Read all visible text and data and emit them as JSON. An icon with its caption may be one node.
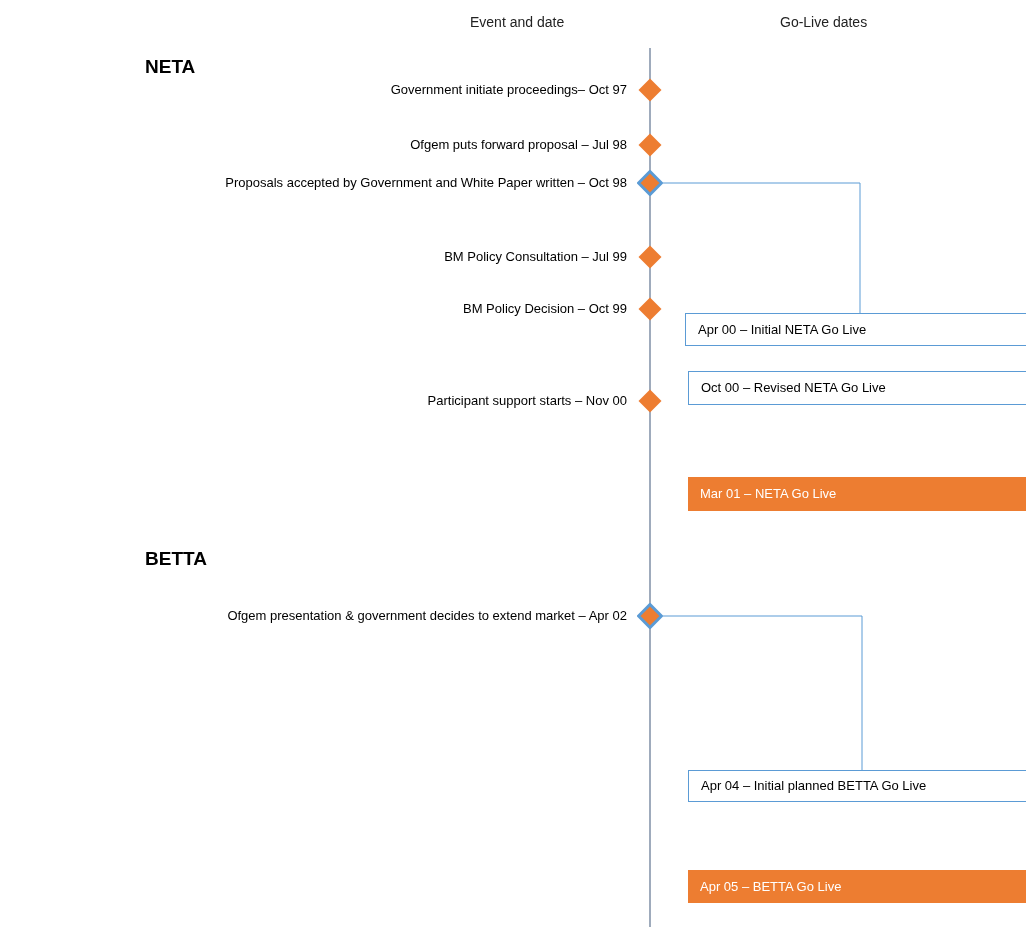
{
  "diagram": {
    "nodes": [
      {
        "text": [],
        "shape": "diamond",
        "beside": [
          "Government initiate proceedings– Oct 97"
        ]
      },
      {
        "text": [],
        "shape": "diamond",
        "beside": [
          "Ofgem puts forward proposal – Jul 98"
        ]
      },
      {
        "text": [],
        "shape": "diamond",
        "beside": [
          "Proposals accepted by Government and White Paper written – Oct 98"
        ]
      },
      {
        "text": [],
        "shape": "diamond",
        "beside": [
          "BM Policy Consultation – Jul 99"
        ]
      },
      {
        "text": [],
        "shape": "diamond",
        "beside": [
          "BM Policy Decision – Oct 99"
        ]
      },
      {
        "text": [],
        "shape": "diamond",
        "beside": [
          "Participant support starts – Nov 00"
        ]
      },
      {
        "text": [
          "Apr 00 – Initial NETA Go Live"
        ]
      },
      {
        "text": [
          "Oct 00 – Revised NETA Go Live"
        ]
      },
      {
        "text": [
          "Mar 01 – NETA Go Live"
        ]
      },
      {
        "text": [],
        "shape": "diamond",
        "beside": [
          "Ofgem presentation & government decides to extend market – Apr 02"
        ]
      },
      {
        "text": [
          "Apr 04 – Initial planned BETTA Go Live"
        ]
      },
      {
        "text": [
          "Apr 05 – BETTA Go Live"
        ]
      }
    ],
    "edges": [
      {
        "from": 2,
        "to": 6,
        "arrow": "none"
      },
      {
        "from": 9,
        "to": 10,
        "arrow": "none"
      }
    ],
    "labels": [
      "Event and date",
      "Go-Live dates",
      "NETA",
      "BETTA"
    ]
  }
}
